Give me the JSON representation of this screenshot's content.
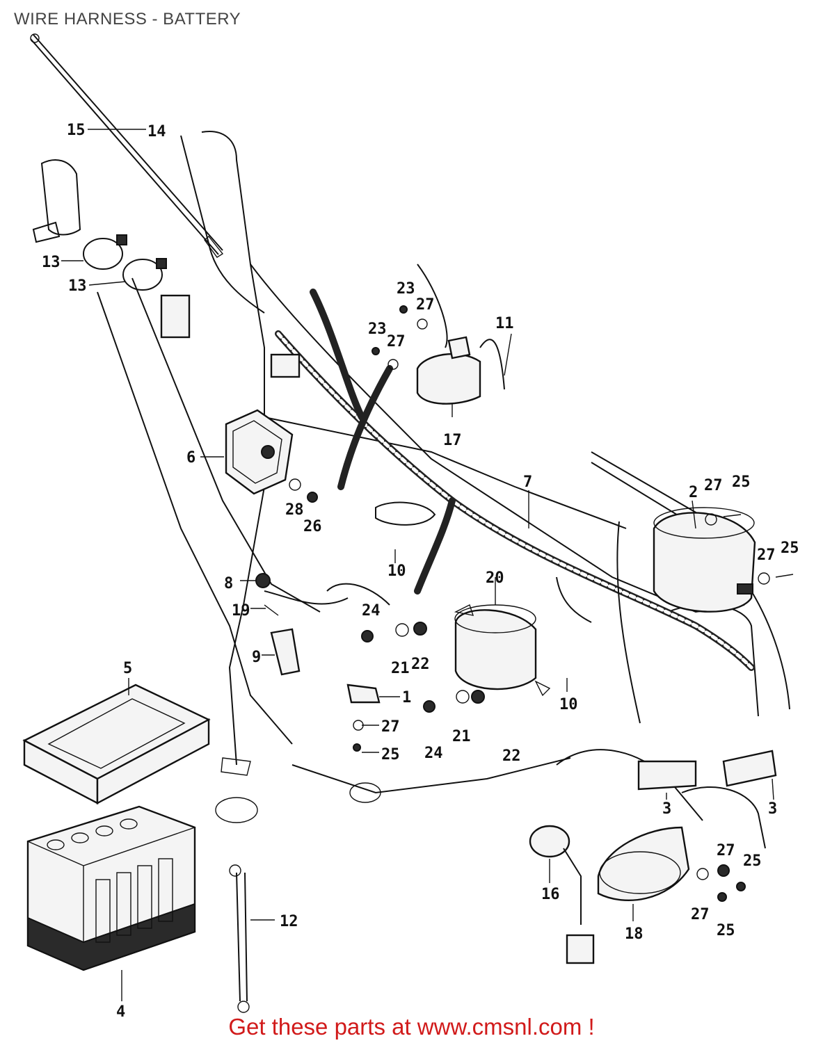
{
  "title": "WIRE HARNESS - BATTERY",
  "footer": "Get these parts at www.cmsnl.com !",
  "colors": {
    "footer": "#d11a1a",
    "title": "#444444",
    "ink": "#111111"
  },
  "callouts": {
    "c15": "15",
    "c14": "14",
    "c13a": "13",
    "c13b": "13",
    "c23a": "23",
    "c27a": "27",
    "c23b": "23",
    "c27b": "27",
    "c11": "11",
    "c17": "17",
    "c6": "6",
    "c28": "28",
    "c26": "26",
    "c7": "7",
    "c2": "2",
    "c27c": "27",
    "c25a": "25",
    "c27d": "27",
    "c25b": "25",
    "c10a": "10",
    "c8": "8",
    "c19": "19",
    "c24a": "24",
    "c20": "20",
    "c9": "9",
    "c21a": "21",
    "c22a": "22",
    "c5": "5",
    "c1": "1",
    "c27e": "27",
    "c25c": "25",
    "c24b": "24",
    "c21b": "21",
    "c22b": "22",
    "c10b": "10",
    "c3a": "3",
    "c3b": "3",
    "c27f": "27",
    "c25d": "25",
    "c16": "16",
    "c27g": "27",
    "c25e": "25",
    "c18": "18",
    "c12": "12",
    "c4": "4"
  }
}
